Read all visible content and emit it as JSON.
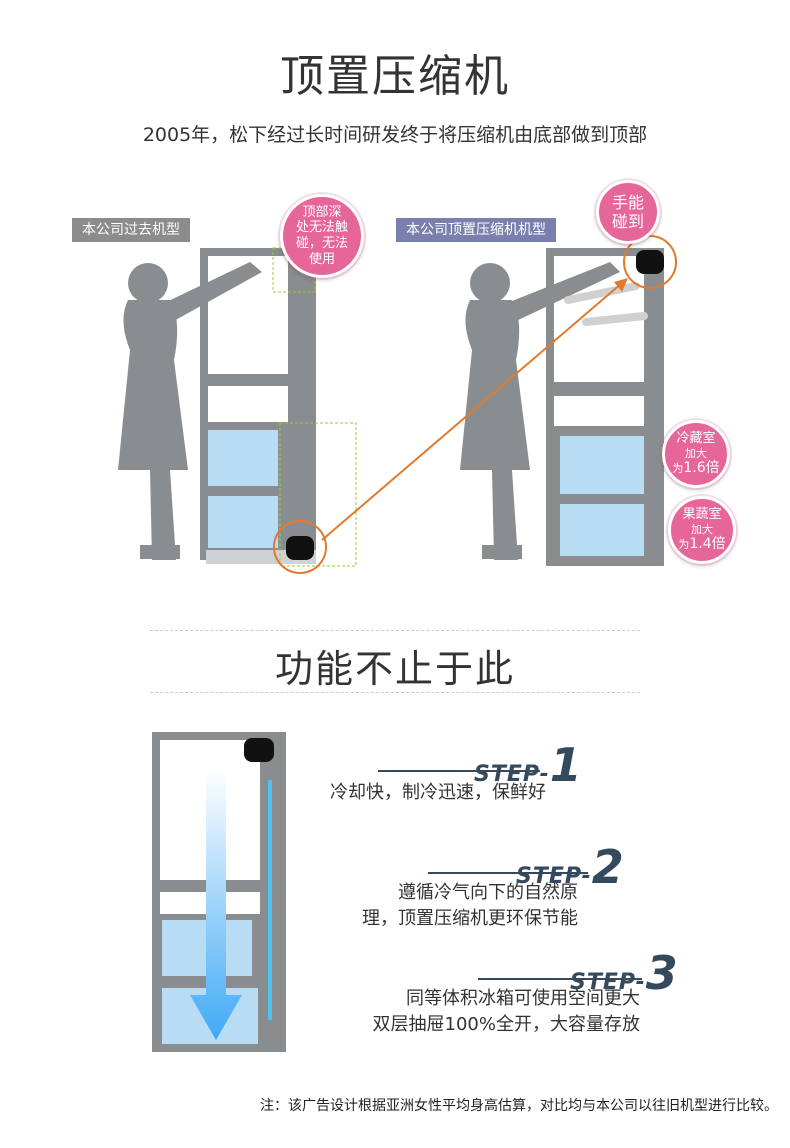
{
  "header": {
    "title": "顶置压缩机",
    "subtitle": "2005年，松下经过长时间研发终于将压缩机由底部做到顶部"
  },
  "left_panel": {
    "tag": "本公司过去机型",
    "tag_color": "#8c8c8c",
    "bubble": [
      "顶部深",
      "处无法触",
      "碰，无法",
      "使用"
    ]
  },
  "right_panel": {
    "tag": "本公司顶置压缩机机型",
    "tag_color": "#7a7fae",
    "bubble_top": [
      "手能",
      "碰到"
    ],
    "bubble_fridge": {
      "line1": "冷藏室",
      "line2": "加大",
      "line3_pre": "为",
      "line3_num": "1.6倍"
    },
    "bubble_veg": {
      "line1": "果蔬室",
      "line2": "加大",
      "line3_pre": "为",
      "line3_num": "1.4倍"
    }
  },
  "section2": {
    "title": "功能不止于此",
    "steps": [
      {
        "label": "STEP-",
        "num": "1",
        "text": [
          "冷却快，制冷迅速，保鲜好"
        ]
      },
      {
        "label": "STEP-",
        "num": "2",
        "text": [
          "遵循冷气向下的自然原",
          "理，顶置压缩机更环保节能"
        ]
      },
      {
        "label": "STEP-",
        "num": "3",
        "text": [
          "同等体积冰箱可使用空间更大",
          "双层抽屉100%全开，大容量存放"
        ]
      }
    ]
  },
  "footnote": "注：该广告设计根据亚洲女性平均身高估算，对比均与本公司以往旧机型进行比较。",
  "colors": {
    "gray": "#8a8d8f",
    "pink": "#e6669a",
    "orange": "#e07a2e",
    "light_blue": "#b9dcf5",
    "dark_step": "#34495e"
  }
}
